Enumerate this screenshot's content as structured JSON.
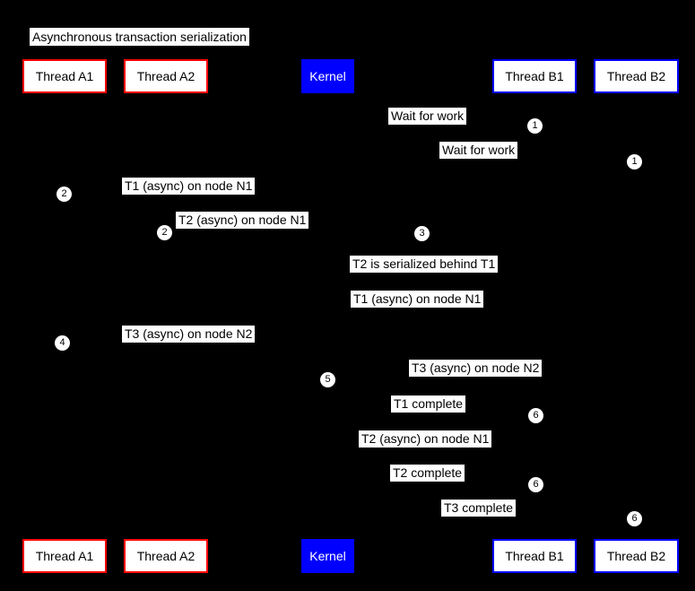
{
  "title": "Asynchronous transaction serialization",
  "colors": {
    "background": "#000000",
    "thread_a_border": "#ff0000",
    "thread_b_border": "#0000ff",
    "kernel_bg": "#0000ff",
    "kernel_text": "#ffffff",
    "label_bg": "#ffffff",
    "label_text": "#000000"
  },
  "participants": [
    "Thread A1",
    "Thread A2",
    "Kernel",
    "Thread B1",
    "Thread B2"
  ],
  "messages": [
    "Wait for work",
    "Wait for work",
    "T1 (async) on node N1",
    "T2 (async) on node N1",
    "T2 is serialized behind T1",
    "T1 (async) on node N1",
    "T3 (async) on node N2",
    "T3 (async) on node N2",
    "T1 complete",
    "T2 (async) on node N1",
    "T2 complete",
    "T3 complete"
  ],
  "badges": [
    "1",
    "1",
    "2",
    "2",
    "3",
    "4",
    "5",
    "6",
    "6",
    "6"
  ]
}
